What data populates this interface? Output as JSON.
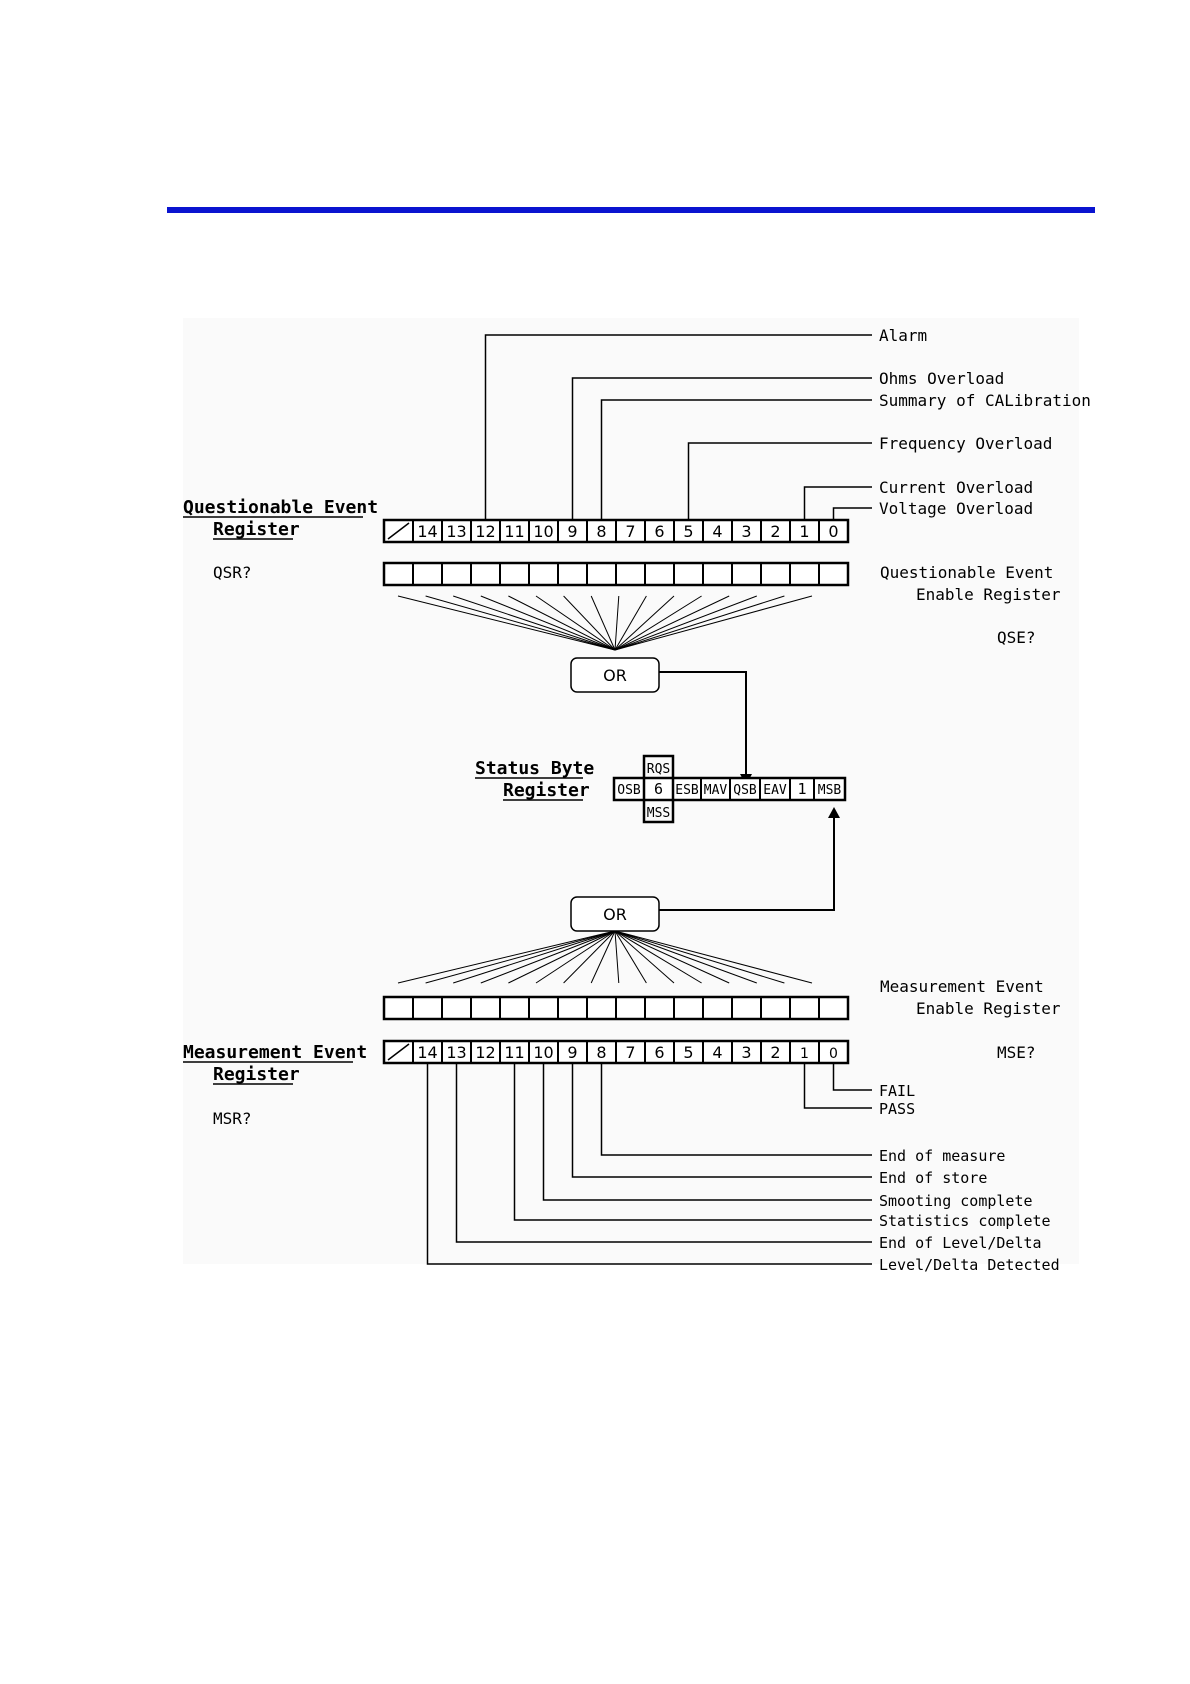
{
  "header_rule_color": "#0a14d0",
  "questionable": {
    "title_line1": "Questionable Event",
    "title_line2": "Register",
    "query": "QSR?",
    "bits": [
      "14",
      "13",
      "12",
      "11",
      "10",
      "9",
      "8",
      "7",
      "6",
      "5",
      "4",
      "3",
      "2",
      "1",
      "0"
    ],
    "enable_label_line1": "Questionable Event",
    "enable_label_line2": "Enable Register",
    "enable_query": "QSE?",
    "events": [
      {
        "label": "Alarm",
        "bit": "12"
      },
      {
        "label": "Ohms Overload",
        "bit": "9"
      },
      {
        "label": "Summary of CALibration",
        "bit": "8"
      },
      {
        "label": "Frequency Overload",
        "bit": "5"
      },
      {
        "label": "Current Overload",
        "bit": "1"
      },
      {
        "label": "Voltage Overload",
        "bit": "0"
      }
    ]
  },
  "or_gate_label": "OR",
  "status_byte": {
    "title_line1": "Status Byte",
    "title_line2": "Register",
    "bits": [
      "OSB",
      "6",
      "ESB",
      "MAV",
      "QSB",
      "EAV",
      "1",
      "MSB"
    ],
    "rqs": "RQS",
    "mss": "MSS"
  },
  "measurement": {
    "title_line1": "Measurement Event",
    "title_line2": "Register",
    "query": "MSR?",
    "bits": [
      "14",
      "13",
      "12",
      "11",
      "10",
      "9",
      "8",
      "7",
      "6",
      "5",
      "4",
      "3",
      "2",
      "1",
      "0"
    ],
    "enable_label_line1": "Measurement Event",
    "enable_label_line2": "Enable Register",
    "enable_query": "MSE?",
    "events": [
      {
        "label": "FAIL",
        "bit": "0"
      },
      {
        "label": "PASS",
        "bit": "1"
      },
      {
        "label": "End of measure",
        "bit": "8"
      },
      {
        "label": "End of store",
        "bit": "9"
      },
      {
        "label": "Smooting complete",
        "bit": "10"
      },
      {
        "label": "Statistics complete",
        "bit": "11"
      },
      {
        "label": "End of Level/Delta",
        "bit": "13"
      },
      {
        "label": "Level/Delta Detected",
        "bit": "14"
      }
    ]
  }
}
